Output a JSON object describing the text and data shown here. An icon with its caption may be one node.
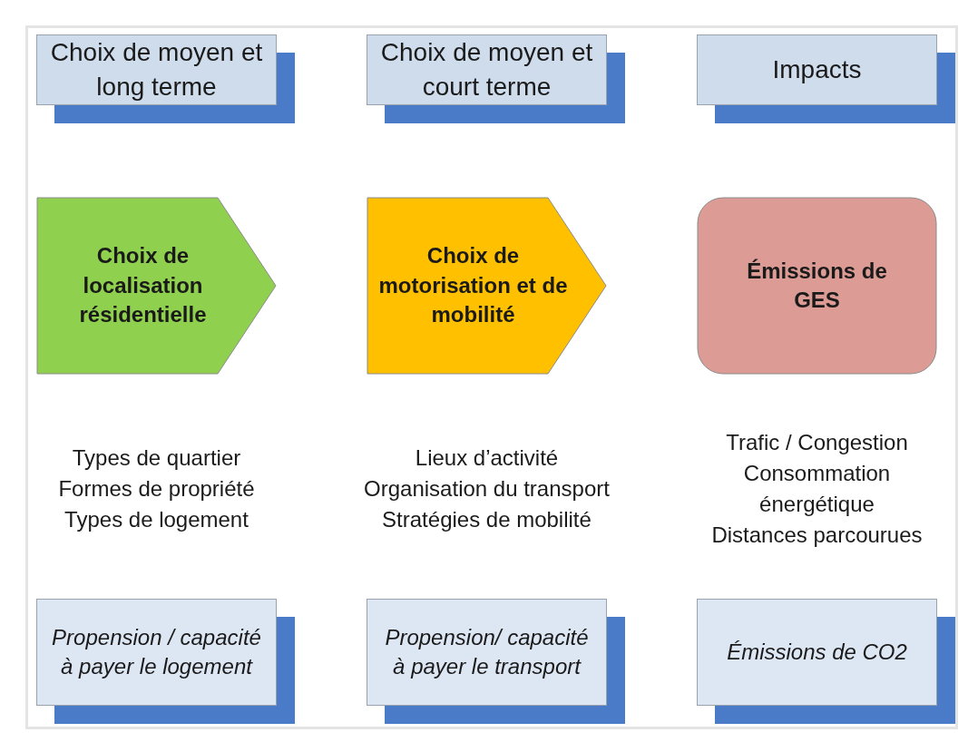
{
  "diagram": {
    "nodes": [
      {
        "text": [
          "Choix de moyen et long terme"
        ]
      },
      {
        "text": [
          "Choix de moyen et court terme"
        ]
      },
      {
        "text": [
          "Impacts"
        ]
      },
      {
        "text": [
          "Choix de localisation résidentielle"
        ]
      },
      {
        "text": [
          "Choix de motorisation et de mobilité"
        ]
      },
      {
        "text": [
          "Émissions de GES"
        ]
      },
      {
        "text": [
          "Propension / capacité à payer le logement"
        ]
      },
      {
        "text": [
          "Propension/ capacité à payer le transport"
        ]
      },
      {
        "text": [
          "Émissions de CO2"
        ]
      }
    ],
    "labels": [
      "Types de quartier",
      "Formes de propriété",
      "Types de logement",
      "Lieux d’activité",
      "Organisation du transport",
      "Stratégies de mobilité",
      "Trafic / Congestion",
      "Consommation énergétique",
      "Distances parcourues"
    ]
  }
}
